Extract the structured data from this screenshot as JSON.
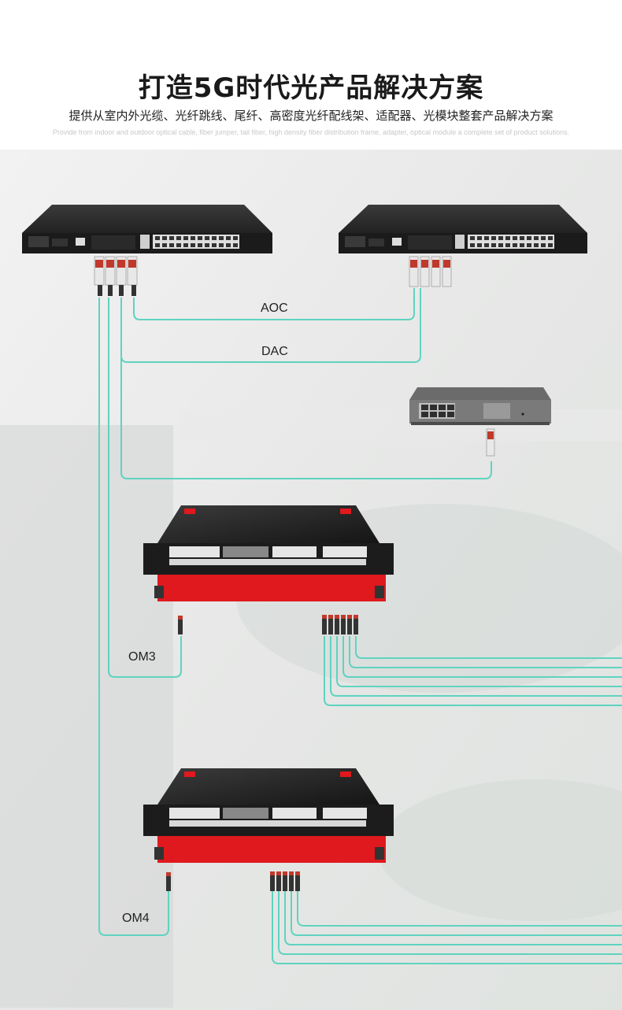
{
  "header": {
    "title": "打造5G时代光产品解决方案",
    "subtitle": "提供从室内外光缆、光纤跳线、尾纤、高密度光纤配线架、适配器、光模块整套产品解决方案",
    "subtitle_en": "Provide from indoor and outdoor optical cable, fiber jumper, tail fiber, high density fiber distribution frame, adapter, optical module a complete set of product solutions."
  },
  "labels": {
    "aoc": "AOC",
    "dac": "DAC",
    "om3": "OM3",
    "om4": "OM4"
  },
  "colors": {
    "cable": "#5fd3c0",
    "switch_body": "#2b2b2b",
    "panel_red": "#e0191e",
    "module_red": "#c0392b"
  }
}
